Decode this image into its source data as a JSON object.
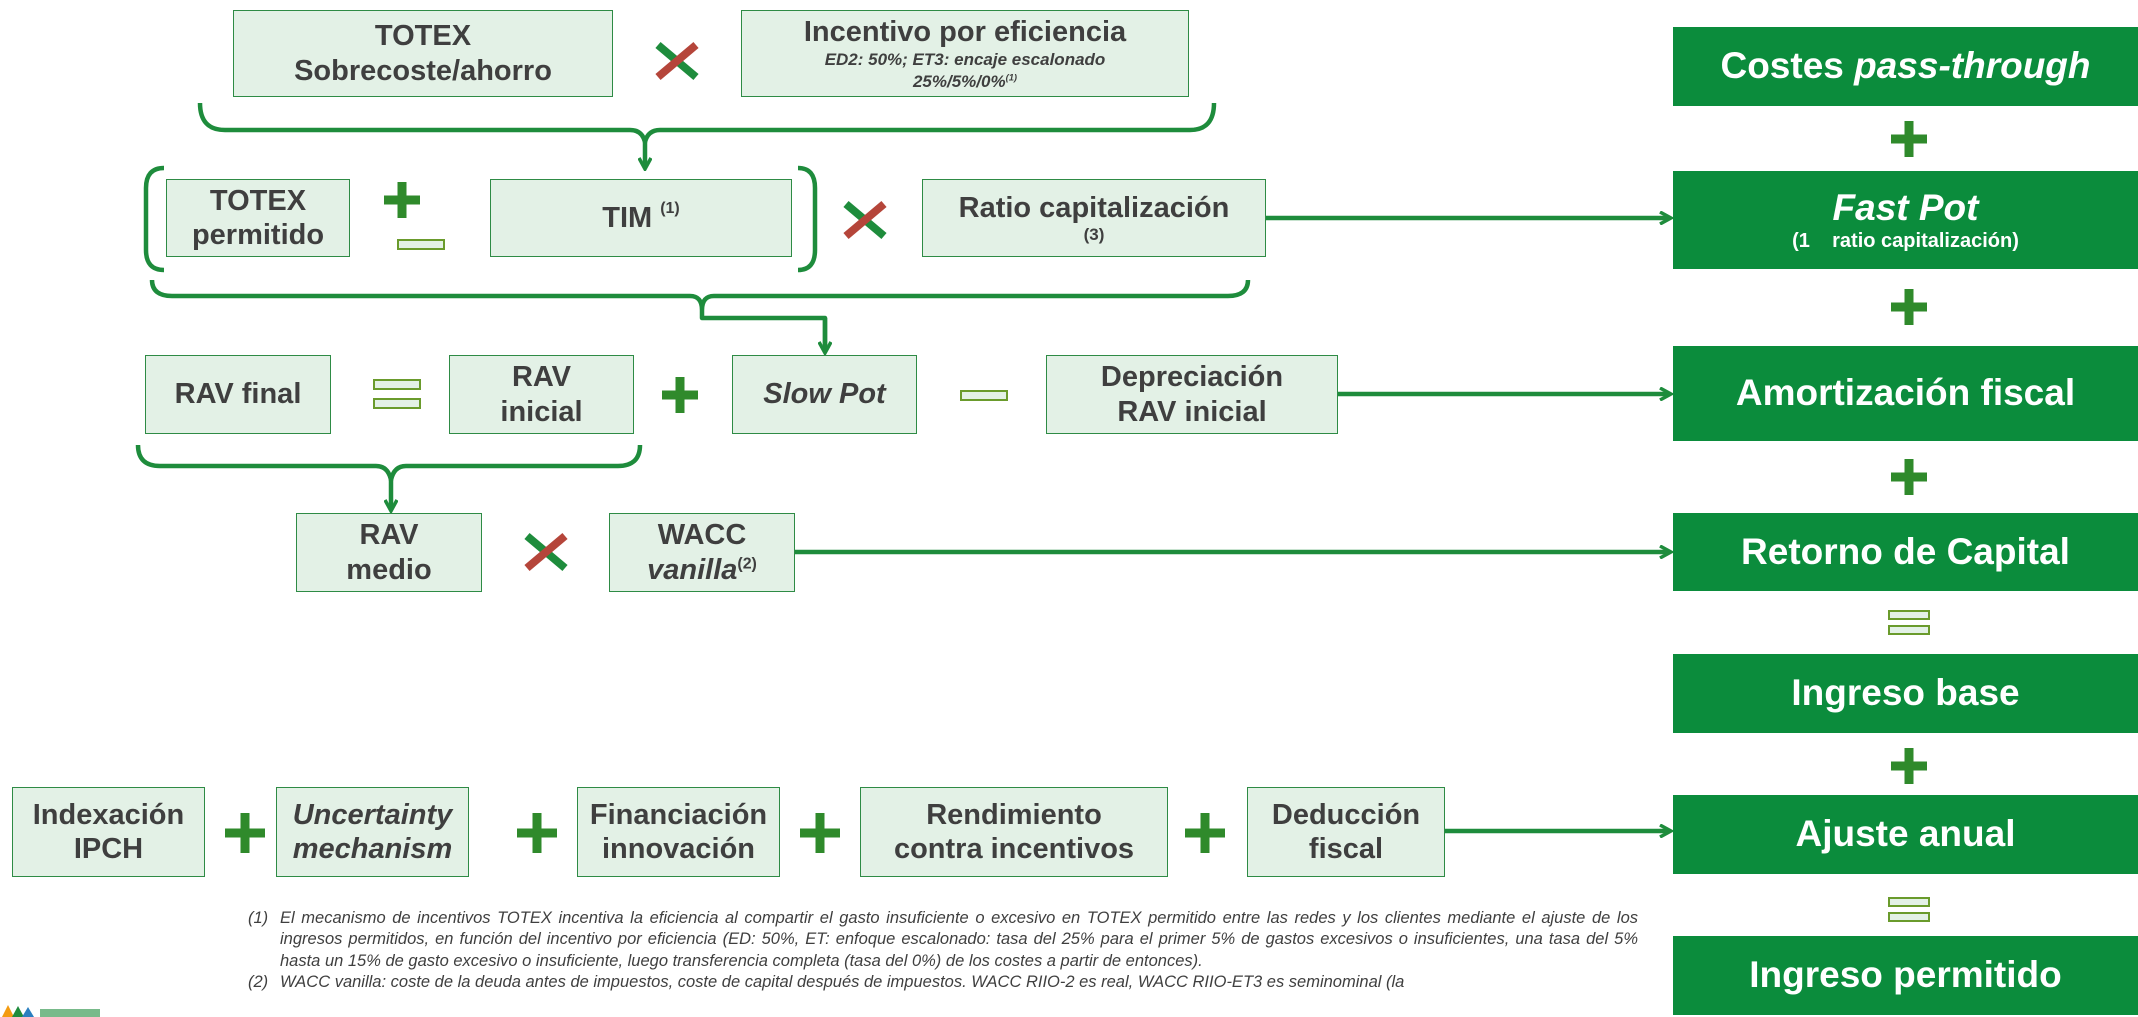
{
  "boxes": {
    "totex_sobrecoste": {
      "line1": "TOTEX",
      "line2": "Sobrecoste/ahorro"
    },
    "incentivo": {
      "title": "Incentivo por eficiencia",
      "detail1": "ED2: 50%; ET3: encaje escalonado",
      "detail2": "25%/5%/0%",
      "detail2_sup": "(1)"
    },
    "totex_permitido": {
      "line1": "TOTEX",
      "line2": "permitido"
    },
    "tim": {
      "label": "TIM",
      "sup": "(1)"
    },
    "ratio_cap": {
      "label": "Ratio capitalización",
      "note": "(3)"
    },
    "rav_final": {
      "label": "RAV final"
    },
    "rav_inicial": {
      "line1": "RAV",
      "line2": "inicial"
    },
    "slow_pot": {
      "label": "Slow Pot"
    },
    "depreciacion": {
      "line1": "Depreciación",
      "line2": "RAV inicial"
    },
    "rav_medio": {
      "line1": "RAV",
      "line2": "medio"
    },
    "wacc": {
      "line1": "WACC",
      "line2": "vanilla",
      "sup": "(2)"
    },
    "indexacion": {
      "line1": "Indexación",
      "line2": "IPCH"
    },
    "uncertainty": {
      "line1": "Uncertainty",
      "line2": "mechanism"
    },
    "financiacion": {
      "line1": "Financiación",
      "line2": "innovación"
    },
    "rendimiento": {
      "line1": "Rendimiento",
      "line2": "contra incentivos"
    },
    "deduccion": {
      "line1": "Deducción",
      "line2": "fiscal"
    }
  },
  "right_column": {
    "pass_through": {
      "prefix": "Costes ",
      "italic": "pass-through"
    },
    "fast_pot": {
      "title": "Fast Pot",
      "subtitle": "(1    ratio capitalización)"
    },
    "amortizacion": "Amortización fiscal",
    "retorno": "Retorno de Capital",
    "ingreso_base": "Ingreso base",
    "ajuste_anual": "Ajuste anual",
    "ingreso_permitido": "Ingreso permitido"
  },
  "footnotes": [
    {
      "num": "(1)",
      "text": "El mecanismo de incentivos TOTEX incentiva la eficiencia al compartir el gasto insuficiente o excesivo en TOTEX permitido entre las redes y los clientes mediante el ajuste de los ingresos permitidos, en función del incentivo por eficiencia (ED: 50%, ET: enfoque escalonado: tasa del 25% para el primer 5% de gastos excesivos o insuficientes, una tasa del 5% hasta un 15% de gasto excesivo o insuficiente, luego transferencia completa (tasa del 0%) de los costes a partir de entonces)."
    },
    {
      "num": "(2)",
      "text": "WACC vanilla: coste de la deuda antes de impuestos, coste de capital después de impuestos. WACC RIIO-2 es real, WACC RIIO-ET3 es seminominal (la"
    }
  ],
  "colors": {
    "dark_green": "#0b8c3c",
    "line_green": "#1e8c3c",
    "box_fill": "#e3f1e6",
    "multiply_red": "#c0392b",
    "text": "#3f3f3f"
  }
}
